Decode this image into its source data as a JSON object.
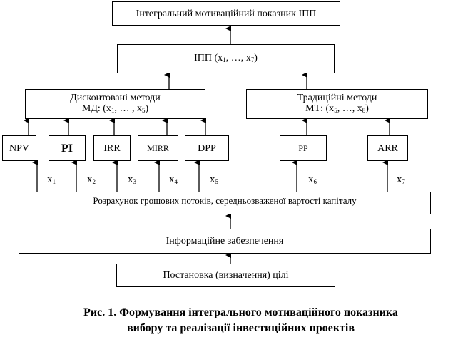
{
  "nodes": {
    "integral_indicator": "Інтегральний мотиваційний показник ІПП",
    "ipp": {
      "prefix": "ІПП (x",
      "s1": "1",
      "mid": ", …, x",
      "s2": "7",
      "suffix": ")"
    },
    "discounted": {
      "line1": "Дисконтовані методи",
      "line2": {
        "prefix": "МД: (x",
        "s1": "1",
        "mid": ", … , x",
        "s2": "5",
        "suffix": ")"
      }
    },
    "traditional": {
      "line1": "Традиційні методи",
      "line2": {
        "prefix": "МТ: (x",
        "s1": "5",
        "mid": ", …, x",
        "s2": "8",
        "suffix": ")"
      }
    },
    "methods": {
      "npv": "NPV",
      "pi": "PI",
      "irr": "IRR",
      "mirr": "MIRR",
      "dpp": "DPP",
      "pp": "PP",
      "arr": "ARR"
    },
    "cash_flows": "Розрахунок грошових потоків, середньозваженої вартості капіталу",
    "information": "Інформаційне забезпечення",
    "goal": "Постановка (визначення) цілі"
  },
  "x_labels": [
    {
      "base": "x",
      "sub": "1"
    },
    {
      "base": "x",
      "sub": "2"
    },
    {
      "base": "x",
      "sub": "3"
    },
    {
      "base": "x",
      "sub": "4"
    },
    {
      "base": "x",
      "sub": "5"
    },
    {
      "base": "x",
      "sub": "6"
    },
    {
      "base": "x",
      "sub": "7"
    }
  ],
  "caption": {
    "line1": "Рис. 1.  Формування інтегрального мотиваційного показника",
    "line2": "вибору та реалізації інвестиційних проектів"
  }
}
